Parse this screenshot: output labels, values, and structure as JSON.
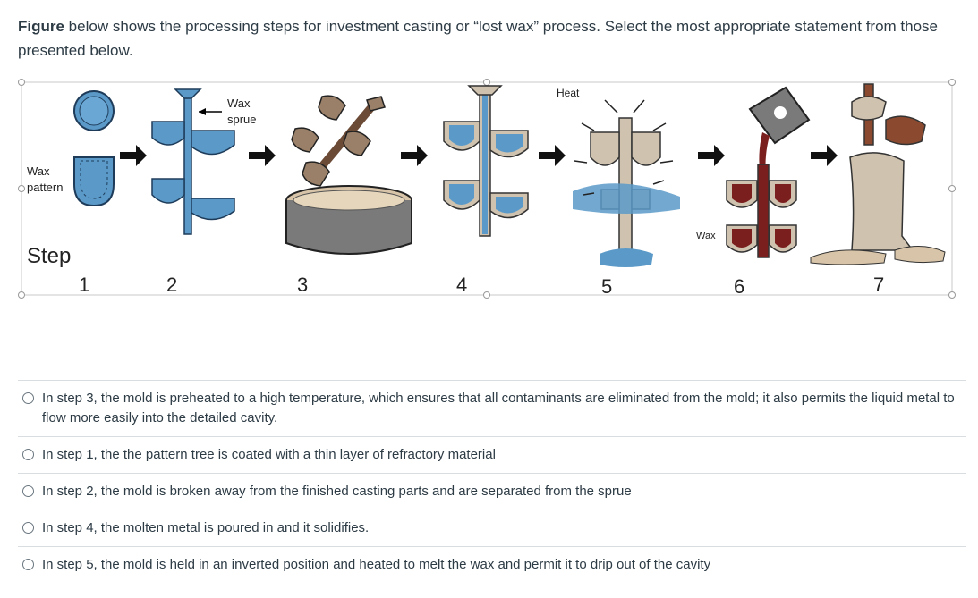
{
  "question": {
    "lead": "Figure",
    "text": " below shows the processing steps for investment casting or “lost wax” process. Select the most appropriate statement from those presented below."
  },
  "figure": {
    "wax_pattern_label": [
      "Wax",
      "pattern"
    ],
    "wax_sprue_label": [
      "Wax",
      "sprue"
    ],
    "heat_label": "Heat",
    "wax_label": "Wax",
    "step_heading": "Step",
    "steps": [
      "1",
      "2",
      "3",
      "4",
      "5",
      "6",
      "7"
    ],
    "colors": {
      "wax_blue": "#5b9ac8",
      "slurry_gray": "#7a7a7a",
      "refractory": "#d8c4a8",
      "metal": "#7a1e1e"
    }
  },
  "choices": [
    {
      "text": "In step 3, the mold is preheated to a high temperature, which ensures that all contaminants are eliminated from the mold; it also permits the liquid metal to flow more easily into the detailed cavity."
    },
    {
      "text": "In step 1, the the pattern tree is coated with a thin layer of refractory material"
    },
    {
      "text": "In step 2, the mold is broken away from the finished casting parts and are separated from the sprue"
    },
    {
      "text": "In step 4, the molten metal is poured in and it solidifies."
    },
    {
      "text": "In step 5, the mold is held in an inverted position and heated to melt the wax and permit it to drip out of the cavity"
    }
  ]
}
